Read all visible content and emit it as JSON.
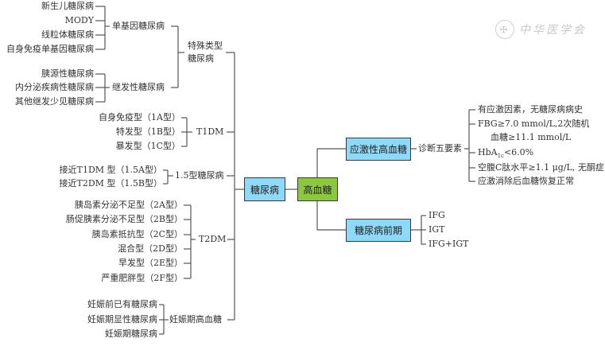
{
  "root": {
    "label": "糖尿病",
    "color": "#8ed8f8"
  },
  "center": {
    "label": "高血糖",
    "color": "#8dc63f"
  },
  "left_branches": {
    "special": {
      "label_line1": "特殊类型",
      "label_line2": "糖尿病",
      "groups": [
        {
          "label": "单基因糖尿病",
          "items": [
            "新生儿糖尿病",
            "MODY",
            "线粒体糖尿病",
            "自身免疫单基因糖尿病"
          ]
        },
        {
          "label": "继发性糖尿病",
          "items": [
            "胰源性糖尿病",
            "内分泌疾病性糖尿病",
            "其他继发少见糖尿病"
          ]
        }
      ]
    },
    "t1dm": {
      "label": "T1DM",
      "items": [
        "自身免疫型（1A型）",
        "特发型（1B型）",
        "暴发型（1C型）"
      ]
    },
    "type15": {
      "label": "1.5型糖尿病",
      "items": [
        "接近T1DM 型（1.5A型）",
        "接近T2DM 型（1.5B型）"
      ]
    },
    "t2dm": {
      "label": "T2DM",
      "items": [
        "胰岛素分泌不足型（2A型）",
        "肠促胰素分泌不足型（2B型）",
        "胰岛素抵抗型（2C型）",
        "混合型（2D型）",
        "早发型（2E型）",
        "严重肥胖型（2F型）"
      ]
    },
    "gestational": {
      "label": "妊娠期高血糖",
      "items": [
        "妊娠前已有糖尿病",
        "妊娠期显性糖尿病",
        "妊娠期糖尿病"
      ]
    }
  },
  "right_branches": {
    "stress": {
      "label": "应激性高血糖",
      "color": "#8ed8f8",
      "sub_label": "诊断五要素",
      "items": {
        "i1": "有应激因素，无糖尿病病史",
        "i2a": "FBG≥7.0  mmol/L,2次随机",
        "i2b": "血糖≥11.1 mmol/L",
        "i3_pre": "HbA",
        "i3_sub": "1c",
        "i3_post": "<6.0%",
        "i4": "空腹C肽水平≥1.1 μg/L, 无酮症",
        "i5": "应激消除后血糖恢复正常"
      }
    },
    "prediabetes": {
      "label": "糖尿病前期",
      "color": "#8ed8f8",
      "items": [
        "IFG",
        "IGT",
        "IFG+IGT"
      ]
    }
  },
  "watermark": {
    "logo_icon": "society-emblem-icon",
    "text": "中华医学会"
  }
}
